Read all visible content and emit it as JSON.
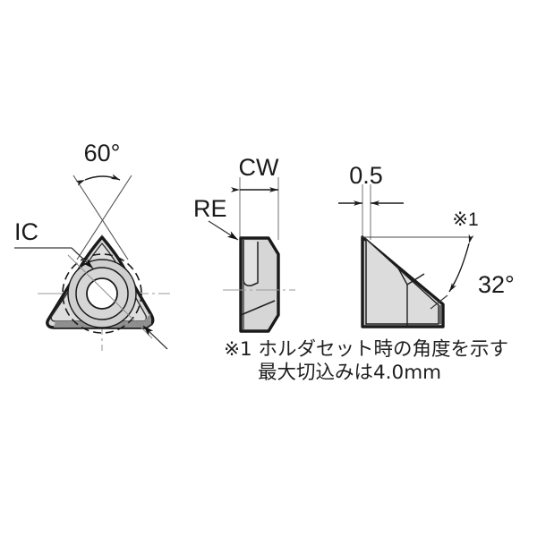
{
  "document": {
    "type": "technical-drawing",
    "subject": "trigon cutting insert dimension diagram",
    "background_color": "#ffffff"
  },
  "colors": {
    "outline": "#1a1a1a",
    "body_fill": "#d2d2d2",
    "body_fill_light": "#dedede",
    "body_fill_dark": "#c4c4c4",
    "thin_line": "#3a3a3a",
    "center_line": "#9a9a9a",
    "text": "#1a1a1a"
  },
  "views": {
    "top_view": {
      "name": "top-view",
      "labels": {
        "angle": "60°",
        "inscribed_circle": "IC"
      }
    },
    "side_view": {
      "name": "side-view",
      "labels": {
        "cutting_width": "CW",
        "corner_radius": "RE"
      }
    },
    "end_view": {
      "name": "end-view",
      "labels": {
        "land_width": "0.5",
        "note_ref": "※1",
        "angle": "32°"
      }
    }
  },
  "notes": {
    "line1": "※1 ホルダセット時の角度を示す",
    "line2": "最大切込みは4.0mm"
  }
}
